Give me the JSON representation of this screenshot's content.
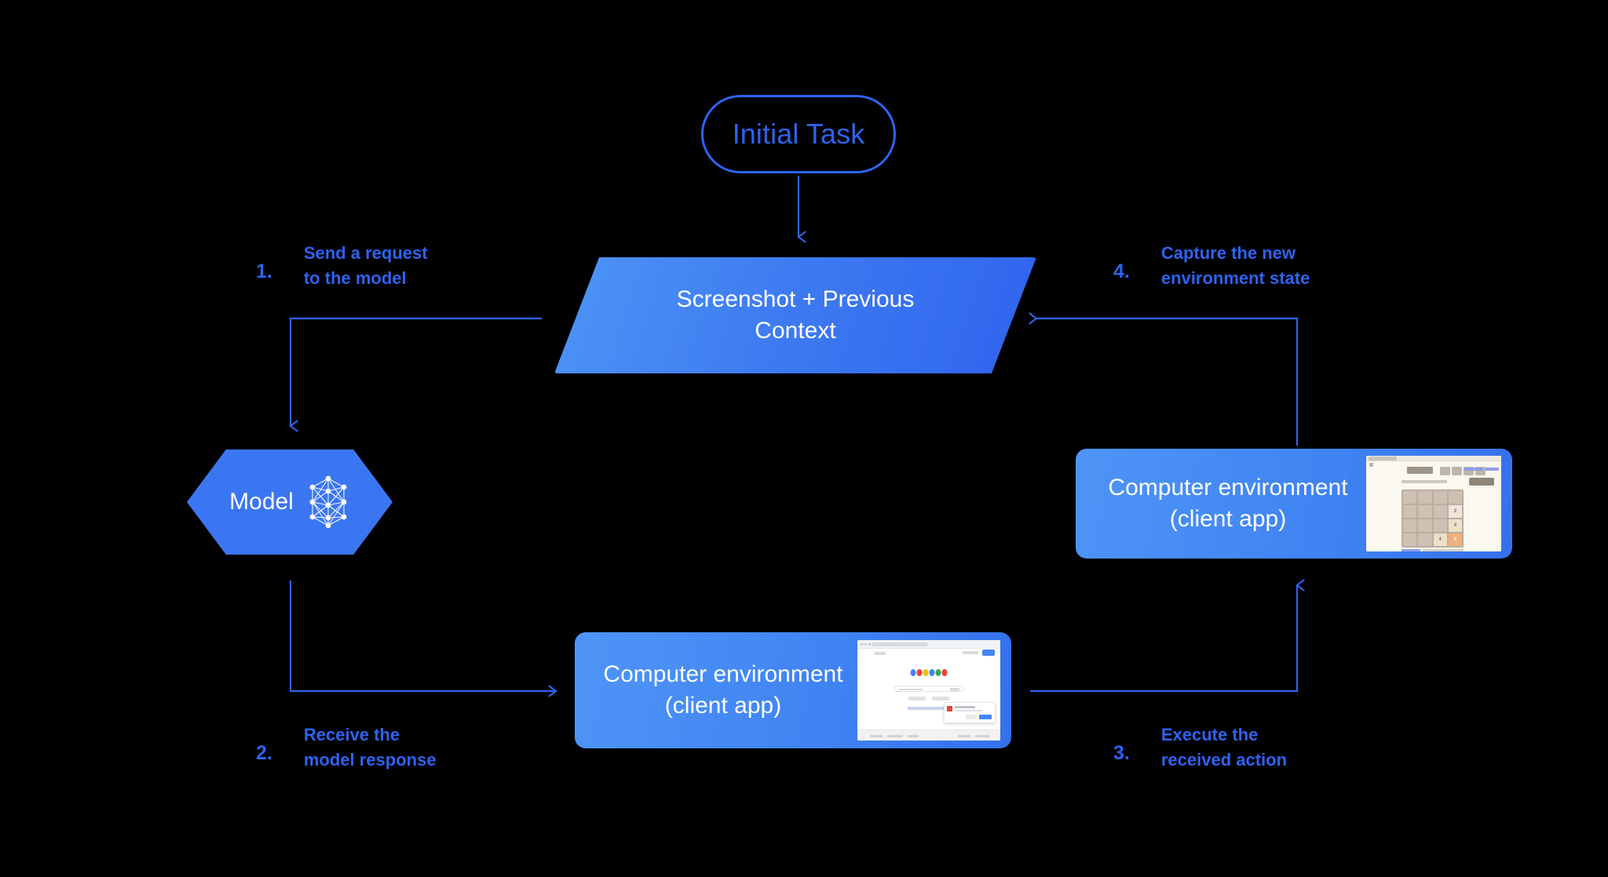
{
  "diagram": {
    "title_node": {
      "label": "Initial Task"
    },
    "context_node": {
      "line1": "Screenshot + Previous",
      "line2": "Context"
    },
    "model_node": {
      "label": "Model",
      "icon": "neural-network-icon"
    },
    "env_node_top": {
      "line1": "Computer environment",
      "line2": "(client app)",
      "thumbnail": "2048-game-screenshot"
    },
    "env_node_bottom": {
      "line1": "Computer environment",
      "line2": "(client app)",
      "thumbnail": "google-search-screenshot"
    },
    "steps": [
      {
        "number": "1.",
        "text": "Send a request\nto the model"
      },
      {
        "number": "2.",
        "text": "Receive the\nmodel response"
      },
      {
        "number": "3.",
        "text": "Execute the\nreceived action"
      },
      {
        "number": "4.",
        "text": "Capture the new\nenvironment state"
      }
    ]
  },
  "thumbnails": {
    "game_2048": {
      "site": "2048.org",
      "grid": [
        [
          "",
          "",
          "",
          ""
        ],
        [
          "",
          "",
          "",
          "2"
        ],
        [
          "",
          "",
          "",
          "4"
        ],
        [
          "",
          "",
          "4",
          "8"
        ]
      ]
    }
  },
  "colors": {
    "background": "#000000",
    "accent_blue": "#2e63f0",
    "node_blue_light": "#4e95f6",
    "node_blue_dark": "#3570ec",
    "hex_blue": "#3b76f2",
    "text_white": "#ffffff"
  }
}
